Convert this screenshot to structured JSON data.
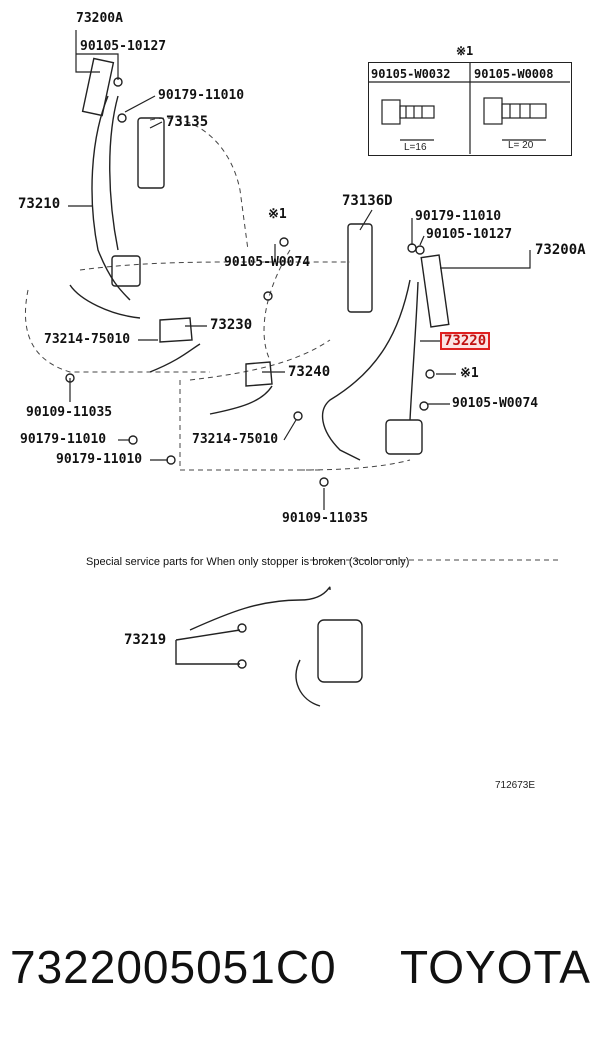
{
  "diagram": {
    "labels": {
      "p73200A_top": "73200A",
      "p90105_10127_top": "90105-10127",
      "p90179_11010_top": "90179-11010",
      "p73135": "73135",
      "p73210": "73210",
      "p73136D": "73136D",
      "p90179_11010_mid": "90179-11010",
      "p90105_10127_mid": "90105-10127",
      "p73200A_right": "73200A",
      "note_ref_top": "※1",
      "p90105_W0074_left": "90105-W0074",
      "p73230": "73230",
      "p73214_75010_left": "73214-75010",
      "p73220": "73220",
      "p73240": "73240",
      "note_ref_right": "※1",
      "p90105_W0074_right": "90105-W0074",
      "p90109_11035_left": "90109-11035",
      "p90179_11010_lower1": "90179-11010",
      "p90179_11010_lower2": "90179-11010",
      "p73214_75010_mid": "73214-75010",
      "p90109_11035_bottom": "90109-11035",
      "p73219": "73219"
    },
    "reference_box": {
      "marker": "※1",
      "col1_part": "90105-W0032",
      "col2_part": "90105-W0008",
      "col1_length": "L=16",
      "col2_length": "L= 20"
    },
    "special_note": "Special service parts for When only stopper is broken (3color only)",
    "illustration_code": "712673E",
    "highlight_color": "#e02020"
  },
  "footer": {
    "part_number": "7322005051C0",
    "brand": "TOYOTA"
  }
}
